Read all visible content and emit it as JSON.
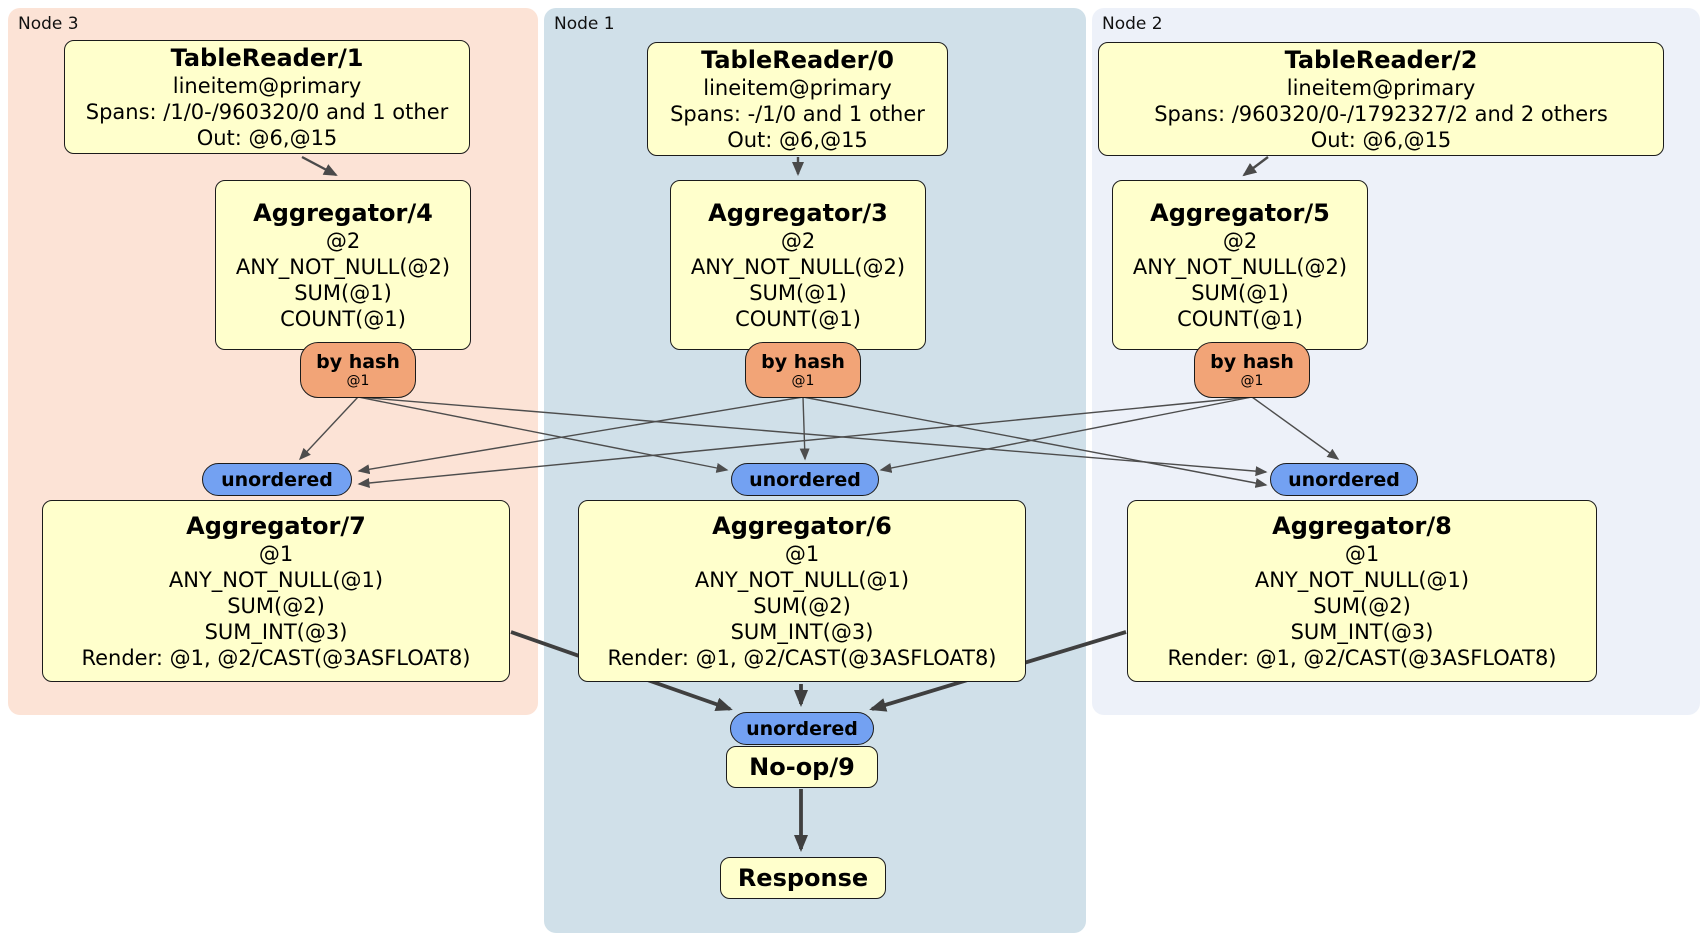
{
  "colors": {
    "node3_region_bg": "#fce3d6",
    "node1_region_bg": "#d0e0e9",
    "node2_region_bg": "#edf1f9",
    "processor_box_bg": "#ffffcc",
    "router_badge_bg": "#f2a477",
    "sync_badge_bg": "#73a1f2",
    "edge_color": "#4d4d4d"
  },
  "nodes": [
    {
      "label": "Node 3",
      "table_reader": {
        "title": "TableReader/1",
        "lines": [
          "lineitem@primary",
          "Spans: /1/0-/960320/0 and 1 other",
          "Out: @6,@15"
        ]
      },
      "aggregator_top": {
        "title": "Aggregator/4",
        "lines": [
          "@2",
          "ANY_NOT_NULL(@2)",
          "SUM(@1)",
          "COUNT(@1)"
        ]
      },
      "router": {
        "label": "by hash",
        "detail": "@1"
      },
      "sync": {
        "label": "unordered"
      },
      "aggregator_bottom": {
        "title": "Aggregator/7",
        "lines": [
          "@1",
          "ANY_NOT_NULL(@1)",
          "SUM(@2)",
          "SUM_INT(@3)",
          "Render: @1, @2/CAST(@3ASFLOAT8)"
        ]
      }
    },
    {
      "label": "Node 1",
      "table_reader": {
        "title": "TableReader/0",
        "lines": [
          "lineitem@primary",
          "Spans: -/1/0 and 1 other",
          "Out: @6,@15"
        ]
      },
      "aggregator_top": {
        "title": "Aggregator/3",
        "lines": [
          "@2",
          "ANY_NOT_NULL(@2)",
          "SUM(@1)",
          "COUNT(@1)"
        ]
      },
      "router": {
        "label": "by hash",
        "detail": "@1"
      },
      "sync": {
        "label": "unordered"
      },
      "aggregator_bottom": {
        "title": "Aggregator/6",
        "lines": [
          "@1",
          "ANY_NOT_NULL(@1)",
          "SUM(@2)",
          "SUM_INT(@3)",
          "Render: @1, @2/CAST(@3ASFLOAT8)"
        ]
      }
    },
    {
      "label": "Node 2",
      "table_reader": {
        "title": "TableReader/2",
        "lines": [
          "lineitem@primary",
          "Spans: /960320/0-/1792327/2 and 2 others",
          "Out: @6,@15"
        ]
      },
      "aggregator_top": {
        "title": "Aggregator/5",
        "lines": [
          "@2",
          "ANY_NOT_NULL(@2)",
          "SUM(@1)",
          "COUNT(@1)"
        ]
      },
      "router": {
        "label": "by hash",
        "detail": "@1"
      },
      "sync": {
        "label": "unordered"
      },
      "aggregator_bottom": {
        "title": "Aggregator/8",
        "lines": [
          "@1",
          "ANY_NOT_NULL(@1)",
          "SUM(@2)",
          "SUM_INT(@3)",
          "Render: @1, @2/CAST(@3ASFLOAT8)"
        ]
      }
    }
  ],
  "final_stage": {
    "sync": "unordered",
    "noop": "No-op/9",
    "response": "Response"
  }
}
